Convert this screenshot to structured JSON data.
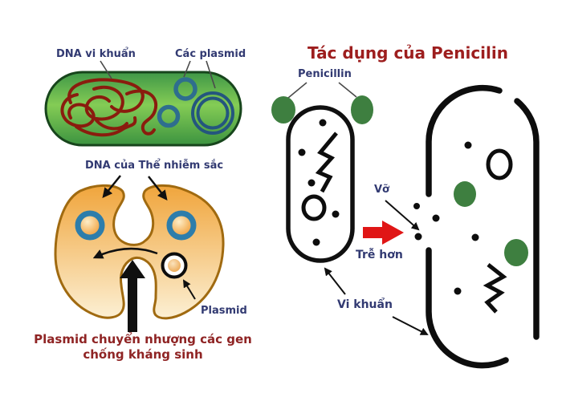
{
  "diagram": {
    "left_top": {
      "dna_label": "DNA vi khuẩn",
      "plasmids_label": "Các plasmid"
    },
    "left_bottom": {
      "chromosome_label": "DNA của Thể nhiễm sắc",
      "plasmid_label": "Plasmid",
      "caption_line1": "Plasmid chuyển nhượng các gen",
      "caption_line2": "chống kháng sinh"
    },
    "right": {
      "title": "Tác dụng của Penicilin",
      "penicillin_label": "Penicillin",
      "burst_label": "Vỡ",
      "later_label": "Trễ hơn",
      "bacteria_label": "Vi khuẩn"
    }
  },
  "colors": {
    "label_navy": "#323a72",
    "heading_red": "#9d1e1e",
    "caption_red": "#8f2424",
    "bacterium_outline_green": "#17451c",
    "dna_red": "#8a1c0e",
    "plasmid_teal": "#2e6e8e",
    "plasmid_navy": "#24567e",
    "cell_orange": "#f0a53c",
    "cell_outline": "#a06a10",
    "chromosome_ring_blue": "#2d7dab",
    "penicillin_green": "#3e7f40",
    "arrow_red": "#e01616",
    "ink_black": "#101010"
  }
}
